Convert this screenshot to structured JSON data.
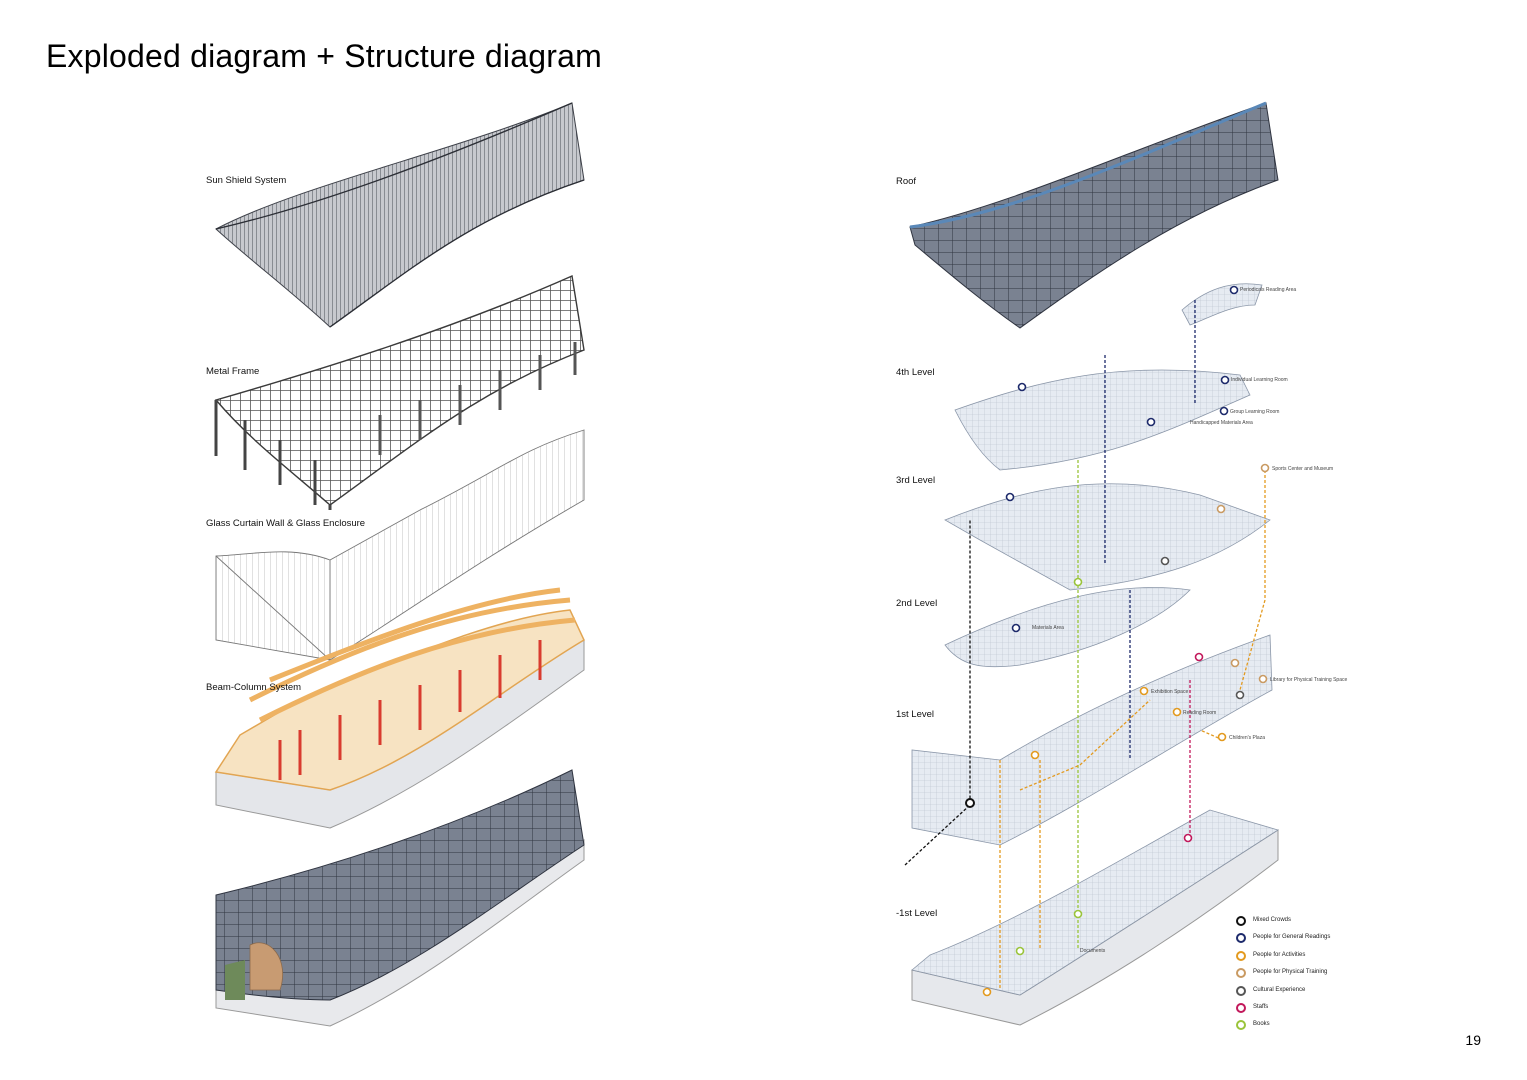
{
  "page": {
    "title": "Exploded diagram + Structure diagram",
    "number": "19"
  },
  "left_labels": [
    "Sun Shield System",
    "Metal Frame",
    "Glass Curtain Wall & Glass Enclosure",
    "Beam-Column System"
  ],
  "right_levels": [
    "Roof",
    "4th Level",
    "3rd Level",
    "2nd Level",
    "1st Level",
    "-1st Level"
  ],
  "annotations": [
    "Periodicals Reading Area",
    "Individual Learning Room",
    "Group Learning Room",
    "Handicapped Materials Area",
    "Sports Center and Museum",
    "Materials Area",
    "Exhibition Space",
    "Library for Physical Training Space",
    "Reading Room",
    "Children's Plaza",
    "Documents"
  ],
  "legend": [
    {
      "label": "Mixed Crowds",
      "color": "#111111"
    },
    {
      "label": "People for General Readings",
      "color": "#1d2a6b"
    },
    {
      "label": "People for Activities",
      "color": "#e39a1f"
    },
    {
      "label": "People for Physical Training",
      "color": "#c99a62"
    },
    {
      "label": "Cultural Experience",
      "color": "#555555"
    },
    {
      "label": "Staffs",
      "color": "#c2185b"
    },
    {
      "label": "Books",
      "color": "#9ac43a"
    }
  ]
}
